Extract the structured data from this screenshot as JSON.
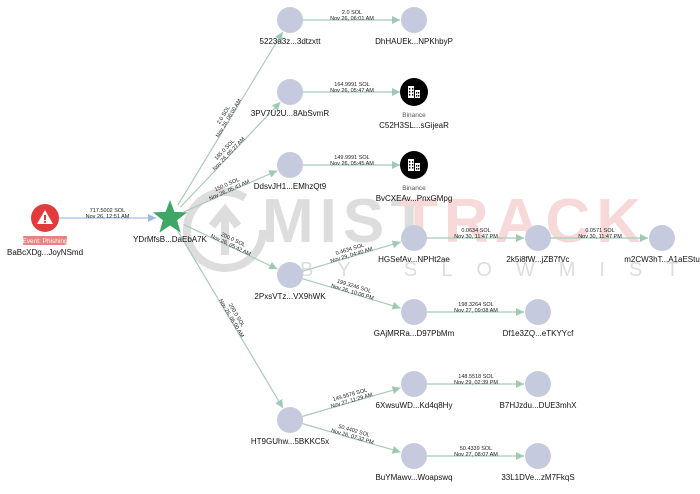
{
  "watermark": {
    "part1": "MIST",
    "part2": "TRACK",
    "byline": "BY SLOWMIST"
  },
  "colors": {
    "node": "#c5cadf",
    "edge": "#a9cbb8",
    "arrow": "#9fc9b2",
    "start_edge": "#a8bfe0",
    "star": "#3ea765",
    "alert": "#e23b3b",
    "exchange": "#000000"
  },
  "nodes": [
    {
      "id": "phish",
      "label": "BaBcXDg...JoyNSmd",
      "type": "alert",
      "tag": "Event: Phishing"
    },
    {
      "id": "star",
      "label": "YDrMfsB...DaEbA7K",
      "type": "star"
    },
    {
      "id": "a",
      "label": "5223a3z...3dtzxtt",
      "type": "address"
    },
    {
      "id": "a2",
      "label": "DhHAUEk...NPKhbyP",
      "type": "address"
    },
    {
      "id": "b",
      "label": "3PV7U2U...8AbSvmR",
      "type": "address"
    },
    {
      "id": "b2",
      "label": "C52H3SL...sGijeaR",
      "type": "exchange",
      "entity": "Binance"
    },
    {
      "id": "c",
      "label": "DdsvJH1...EMhzQt9",
      "type": "address"
    },
    {
      "id": "c2",
      "label": "BvCXEAv...PnxGMpg",
      "type": "exchange",
      "entity": "Binance"
    },
    {
      "id": "d",
      "label": "2PxsVTz...VX9hWK",
      "type": "address"
    },
    {
      "id": "e",
      "label": "HGSefAv...NPHt2ae",
      "type": "address"
    },
    {
      "id": "f",
      "label": "2k5i8fW...jZB7fVc",
      "type": "address"
    },
    {
      "id": "g",
      "label": "m2CW3hT...A1aEStu",
      "type": "address"
    },
    {
      "id": "h",
      "label": "GAjMRRa...D97PbMm",
      "type": "address"
    },
    {
      "id": "i",
      "label": "Df1e3ZQ...eTKYYcf",
      "type": "address"
    },
    {
      "id": "j",
      "label": "HT9GUhw...5BKKC5x",
      "type": "address"
    },
    {
      "id": "k",
      "label": "6XwsuWD...Kd4q8Hy",
      "type": "address"
    },
    {
      "id": "l",
      "label": "B7HJzdu...DUE3mhX",
      "type": "address"
    },
    {
      "id": "m",
      "label": "BuYMawv...Woapswq",
      "type": "address"
    },
    {
      "id": "n",
      "label": "33L1DVe...zM7FkqS",
      "type": "address"
    }
  ],
  "edges": [
    {
      "from": "phish",
      "to": "star",
      "amount": "717.5002 SOL",
      "time": "Nov 26, 12:51 AM"
    },
    {
      "from": "star",
      "to": "a",
      "amount": "2.0 SOL",
      "time": "Nov 26, 06:00 AM"
    },
    {
      "from": "star",
      "to": "b",
      "amount": "165.0 SOL",
      "time": "Nov 26, 05:27 AM"
    },
    {
      "from": "star",
      "to": "c",
      "amount": "150.0 SOL",
      "time": "Nov 26, 05:43 AM"
    },
    {
      "from": "star",
      "to": "d",
      "amount": "200.0 SOL",
      "time": "Nov 26, 05:42 AM"
    },
    {
      "from": "star",
      "to": "j",
      "amount": "200.0 SOL",
      "time": "Nov 26, 06:00 AM"
    },
    {
      "from": "a",
      "to": "a2",
      "amount": "2.0 SOL",
      "time": "Nov 26, 06:01 AM"
    },
    {
      "from": "b",
      "to": "b2",
      "amount": "164.9991 SOL",
      "time": "Nov 26, 05:47 AM"
    },
    {
      "from": "c",
      "to": "c2",
      "amount": "149.9991 SOL",
      "time": "Nov 26, 05:45 AM"
    },
    {
      "from": "d",
      "to": "e",
      "amount": "0.4634 SOL",
      "time": "Nov 29, 04:40 AM"
    },
    {
      "from": "d",
      "to": "h",
      "amount": "199.3246 SOL",
      "time": "Nov 26, 10:06 PM"
    },
    {
      "from": "e",
      "to": "f",
      "amount": "0.0634 SOL",
      "time": "Nov 30, 11:47 PM"
    },
    {
      "from": "f",
      "to": "g",
      "amount": "0.0571 SOL",
      "time": "Nov 30, 11:47 PM"
    },
    {
      "from": "h",
      "to": "i",
      "amount": "198.3264 SOL",
      "time": "Nov 27, 09:08 AM"
    },
    {
      "from": "j",
      "to": "k",
      "amount": "149.5578 SOL",
      "time": "Nov 27, 11:29 AM"
    },
    {
      "from": "j",
      "to": "m",
      "amount": "50.4402 SOL",
      "time": "Nov 26, 07:32 PM"
    },
    {
      "from": "k",
      "to": "l",
      "amount": "148.5518 SOL",
      "time": "Nov 29, 02:39 PM"
    },
    {
      "from": "m",
      "to": "n",
      "amount": "50.4339 SOL",
      "time": "Nov 27, 08:07 AM"
    }
  ]
}
